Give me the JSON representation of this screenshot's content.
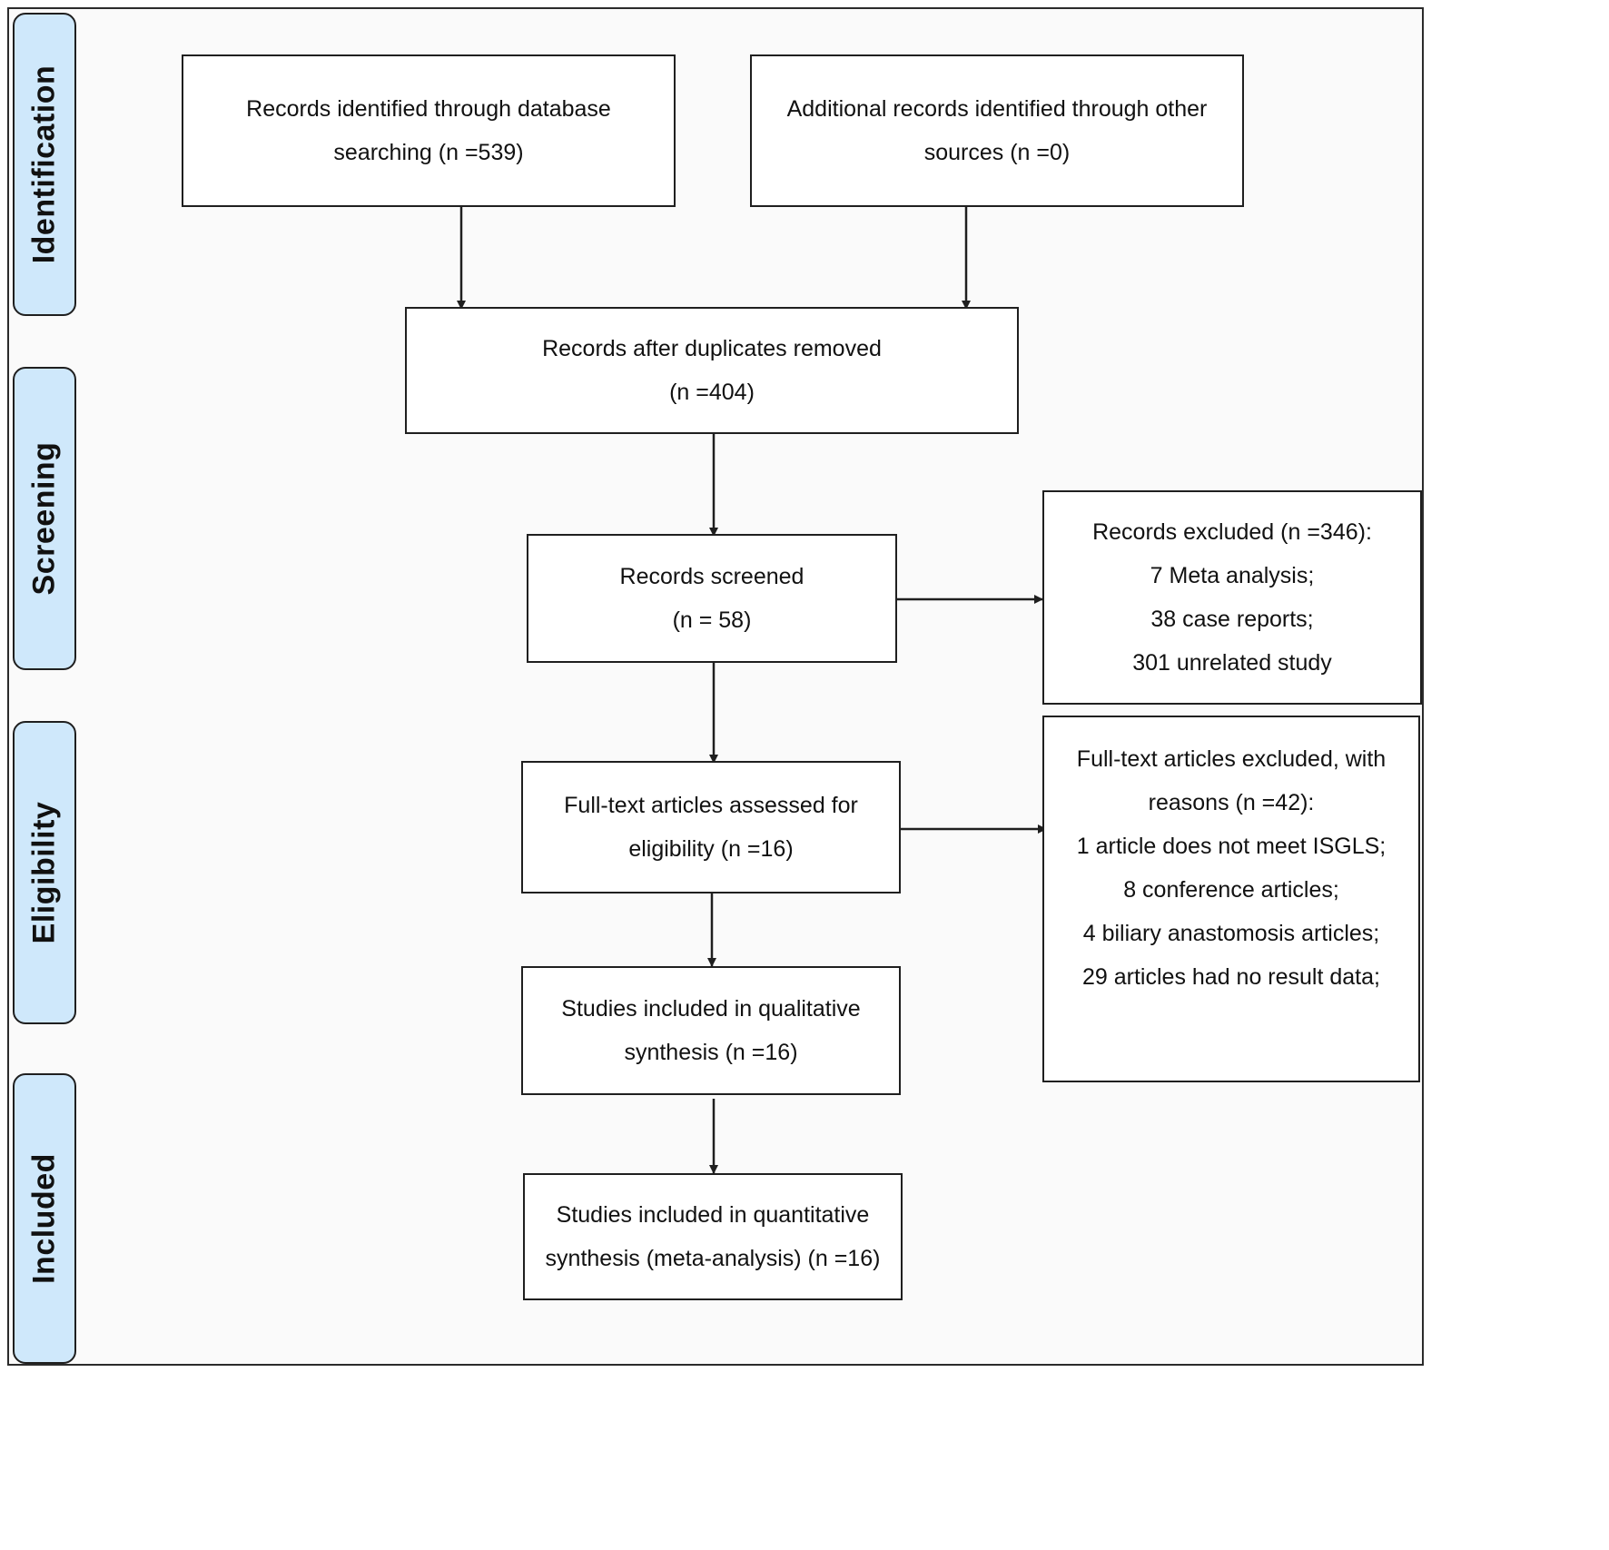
{
  "phases": {
    "identification": "Identification",
    "screening": "Screening",
    "eligibility": "Eligibility",
    "included": "Included"
  },
  "boxes": {
    "database_records": {
      "line1": "Records identified through database",
      "line2": "searching (n =539)"
    },
    "other_records": {
      "line1": "Additional records identified through other",
      "line2": "sources (n =0)"
    },
    "after_duplicates": {
      "line1": "Records after duplicates removed",
      "line2": "(n =404)"
    },
    "screened": {
      "line1": "Records screened",
      "line2": "(n = 58)"
    },
    "records_excluded": {
      "line1": "Records excluded (n =346):",
      "line2": "7 Meta analysis;",
      "line3": "38 case reports;",
      "line4": "301 unrelated study"
    },
    "fulltext_assessed": {
      "line1": "Full-text articles assessed for",
      "line2": "eligibility (n =16)"
    },
    "fulltext_excluded": {
      "line1": "Full-text articles excluded, with",
      "line2": "reasons (n =42):",
      "line3": "1 article does not meet ISGLS;",
      "line4": "8 conference articles;",
      "line5": "4 biliary anastomosis articles;",
      "line6": "29 articles had no result data;"
    },
    "qualitative": {
      "line1": "Studies included in qualitative",
      "line2": "synthesis (n =16)"
    },
    "quantitative": {
      "line1": "Studies included in quantitative",
      "line2": "synthesis (meta-analysis) (n =16)"
    }
  },
  "colors": {
    "phase_fill": "#cfe8fb",
    "border": "#1f1f1f",
    "box_fill": "#ffffff"
  }
}
